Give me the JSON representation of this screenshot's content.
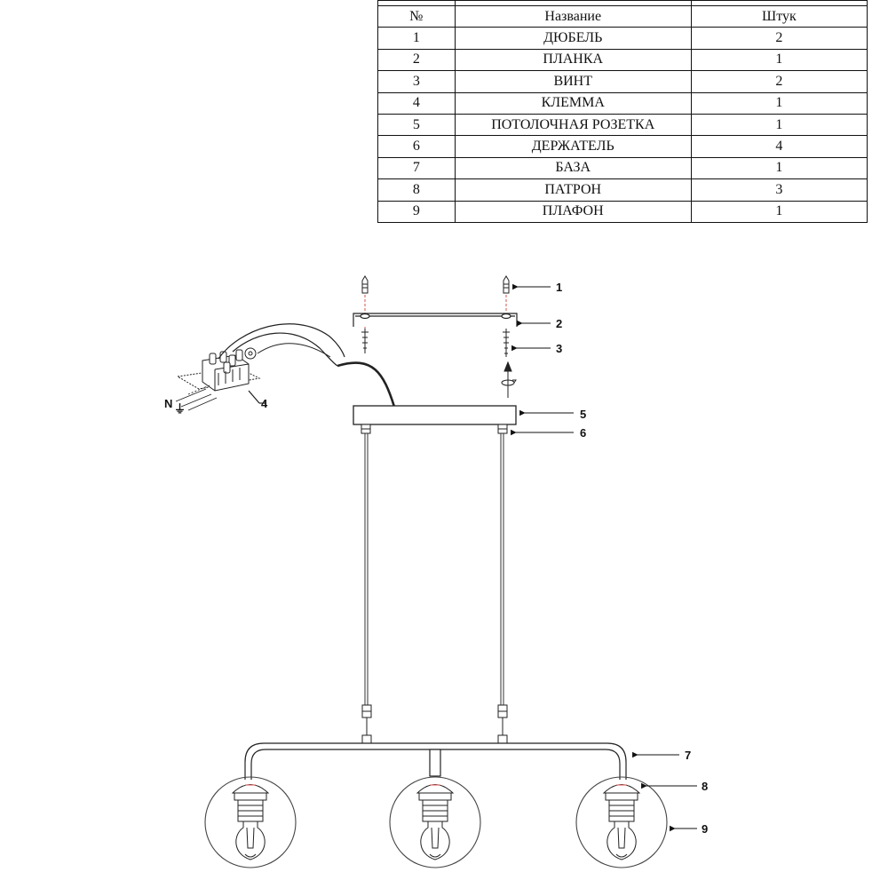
{
  "table": {
    "headers": [
      "№",
      "Название",
      "Штук"
    ],
    "rows": [
      [
        "1",
        "ДЮБЕЛЬ",
        "2"
      ],
      [
        "2",
        "ПЛАНКА",
        "1"
      ],
      [
        "3",
        "ВИНТ",
        "2"
      ],
      [
        "4",
        "КЛЕММА",
        "1"
      ],
      [
        "5",
        "ПОТОЛОЧНАЯ РОЗЕТКА",
        "1"
      ],
      [
        "6",
        "ДЕРЖАТЕЛЬ",
        "4"
      ],
      [
        "7",
        "БАЗА",
        "1"
      ],
      [
        "8",
        "ПАТРОН",
        "3"
      ],
      [
        "9",
        "ПЛАФОН",
        "1"
      ]
    ]
  },
  "callouts": [
    "1",
    "2",
    "3",
    "4",
    "5",
    "6",
    "7",
    "8",
    "9"
  ],
  "terminal_labels": {
    "neutral": "N",
    "ground": "⏚"
  }
}
